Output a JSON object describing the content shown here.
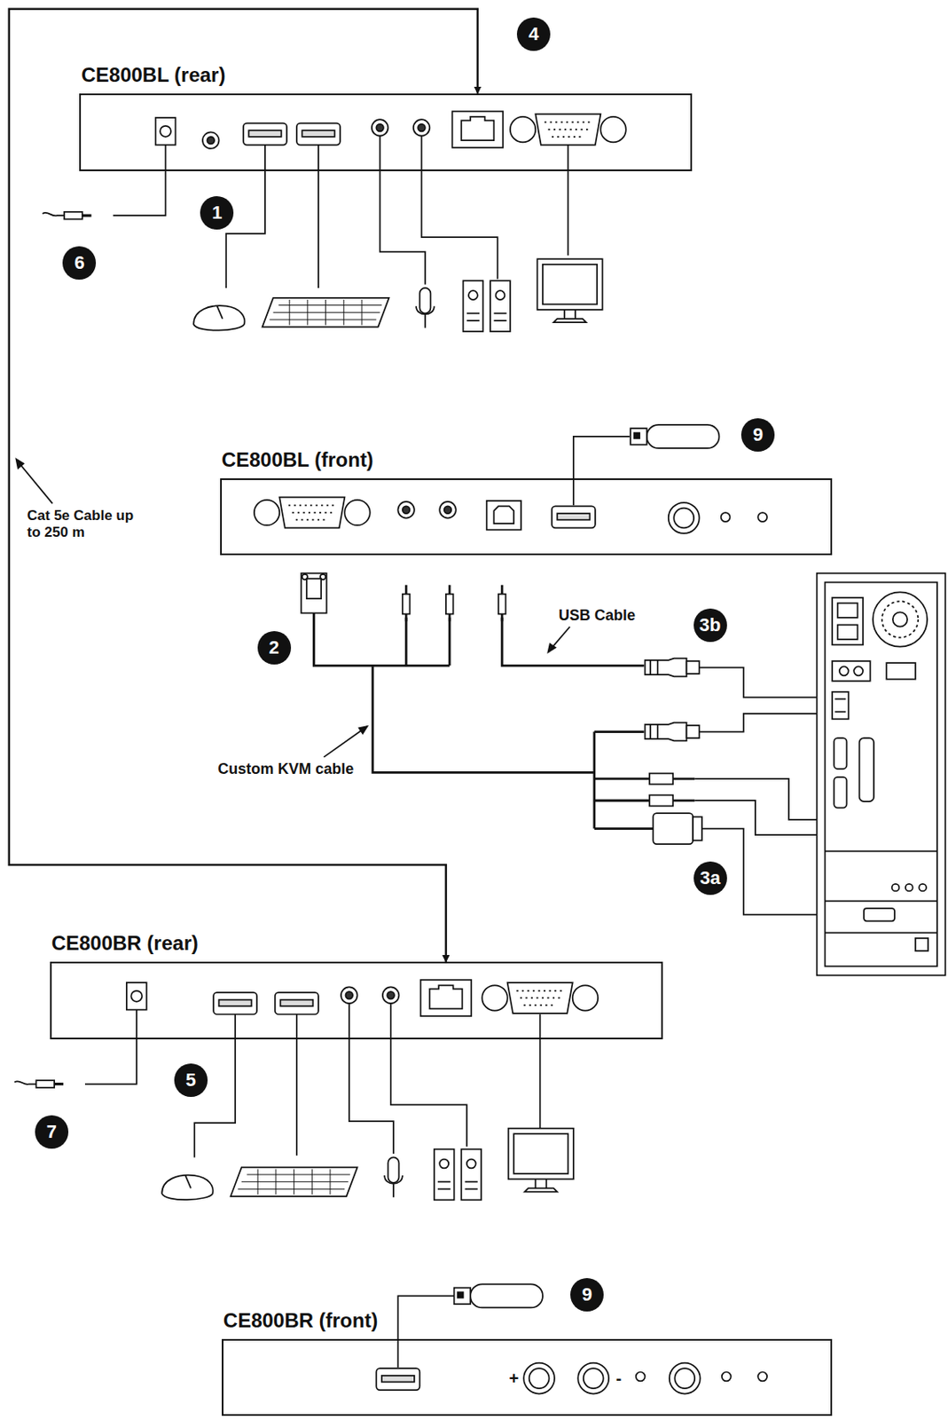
{
  "diagram": {
    "nodes": [
      {
        "text": [
          "CE800BL (rear)"
        ]
      },
      {
        "text": [
          "CE800BL (front)"
        ]
      },
      {
        "text": [
          "CE800BR (rear)"
        ]
      },
      {
        "text": [
          "CE800BR (front)"
        ]
      }
    ],
    "edges": [
      {
        "from": 0,
        "to": 2,
        "arrow": "both",
        "label": "Cat 5e Cable up to 250 m"
      }
    ],
    "labels": [
      "4",
      "1",
      "6",
      "9",
      "2",
      "3b",
      "3a",
      "5",
      "7",
      "9",
      "USB Cable",
      "Custom KVM cable",
      "+",
      "-"
    ]
  }
}
